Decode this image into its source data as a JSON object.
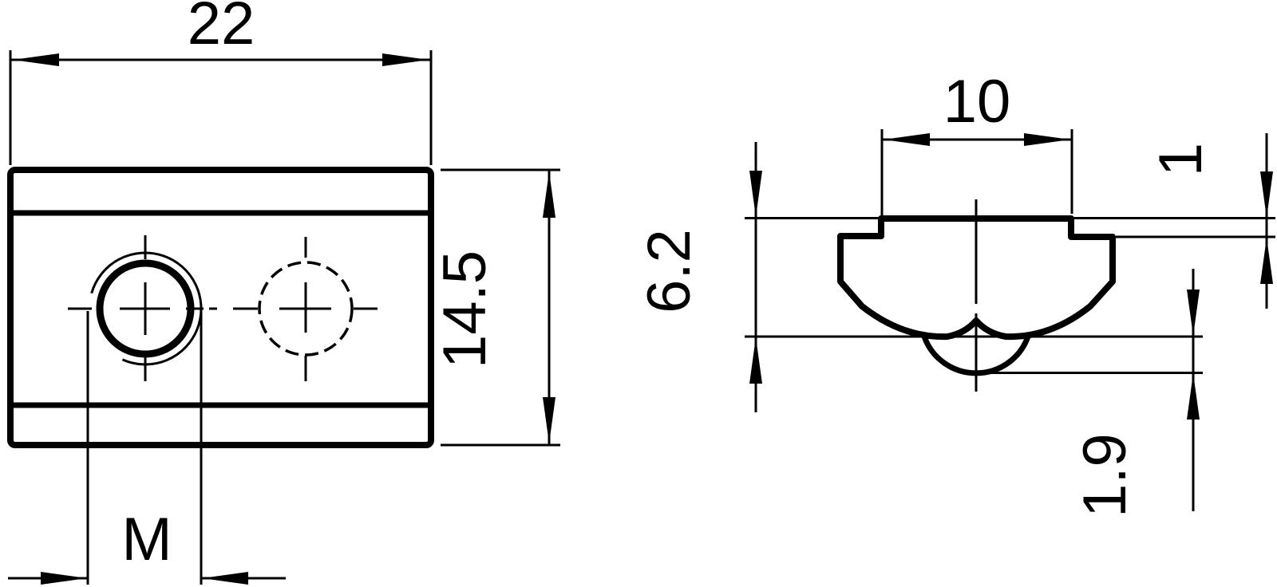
{
  "page": {
    "background": "#ffffff",
    "line_color": "#000000",
    "description": "Technical drawing of a T-slot sliding nut: top view (left) and cross-section profile view (right)"
  },
  "top_view": {
    "dim_width": "22",
    "dim_height": "14.5",
    "thread_label": "M"
  },
  "section_view": {
    "dim_slot_width": "10",
    "dim_step_height": "1",
    "dim_body_height": "6.2",
    "dim_spring_depth": "1.9"
  }
}
